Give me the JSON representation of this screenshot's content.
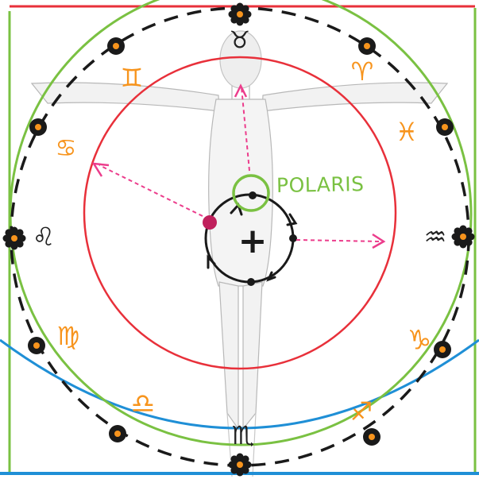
{
  "polaris_label": "POLARIS",
  "signs": [
    {
      "name": "taurus",
      "glyph": "♉",
      "color": "#222222"
    },
    {
      "name": "aries",
      "glyph": "♈",
      "color": "#f7941d"
    },
    {
      "name": "pisces",
      "glyph": "♓",
      "color": "#f7941d"
    },
    {
      "name": "aquarius",
      "glyph": "♒",
      "color": "#222222"
    },
    {
      "name": "capricorn",
      "glyph": "♑",
      "color": "#f7941d"
    },
    {
      "name": "sagittarius",
      "glyph": "♐",
      "color": "#f7941d"
    },
    {
      "name": "scorpio",
      "glyph": "♏",
      "color": "#222222"
    },
    {
      "name": "libra",
      "glyph": "♎",
      "color": "#f7941d"
    },
    {
      "name": "virgo",
      "glyph": "♍",
      "color": "#f7941d"
    },
    {
      "name": "leo",
      "glyph": "♌",
      "color": "#222222"
    },
    {
      "name": "cancer",
      "glyph": "♋",
      "color": "#f7941d"
    },
    {
      "name": "gemini",
      "glyph": "♊",
      "color": "#f7941d"
    }
  ],
  "center_symbol": "+",
  "colors": {
    "red": "#e8303a",
    "green": "#7ac142",
    "blue": "#1f8fd6",
    "orange": "#f7941d",
    "pink": "#ec3d8c",
    "black": "#1a1a1a"
  }
}
